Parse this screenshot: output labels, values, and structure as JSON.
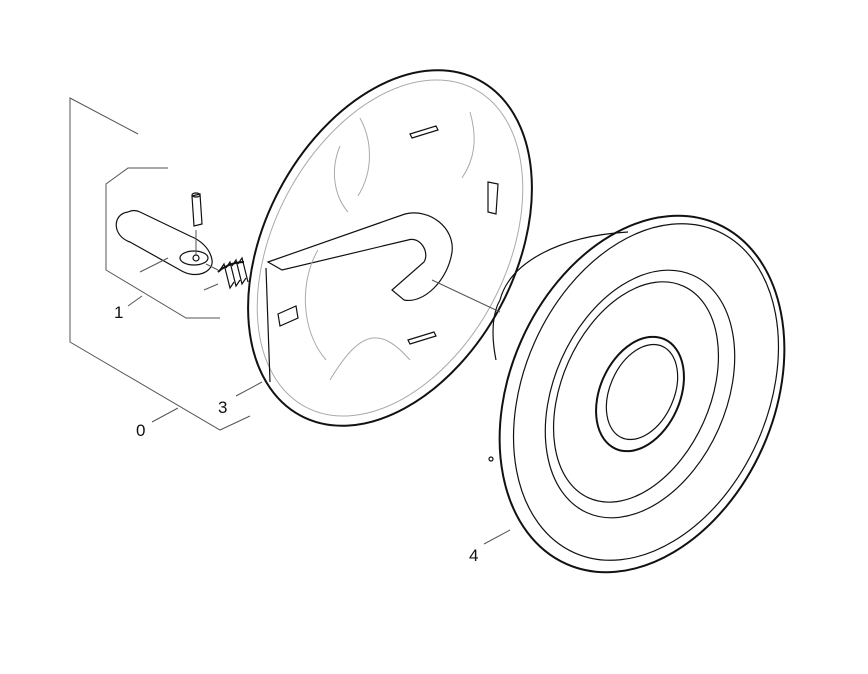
{
  "diagram": {
    "callouts": [
      {
        "id": "callout-0",
        "label": "0"
      },
      {
        "id": "callout-1",
        "label": "1"
      },
      {
        "id": "callout-3",
        "label": "3"
      },
      {
        "id": "callout-4",
        "label": "4"
      }
    ],
    "colors": {
      "ink": "#111111",
      "paper": "#ffffff"
    }
  }
}
